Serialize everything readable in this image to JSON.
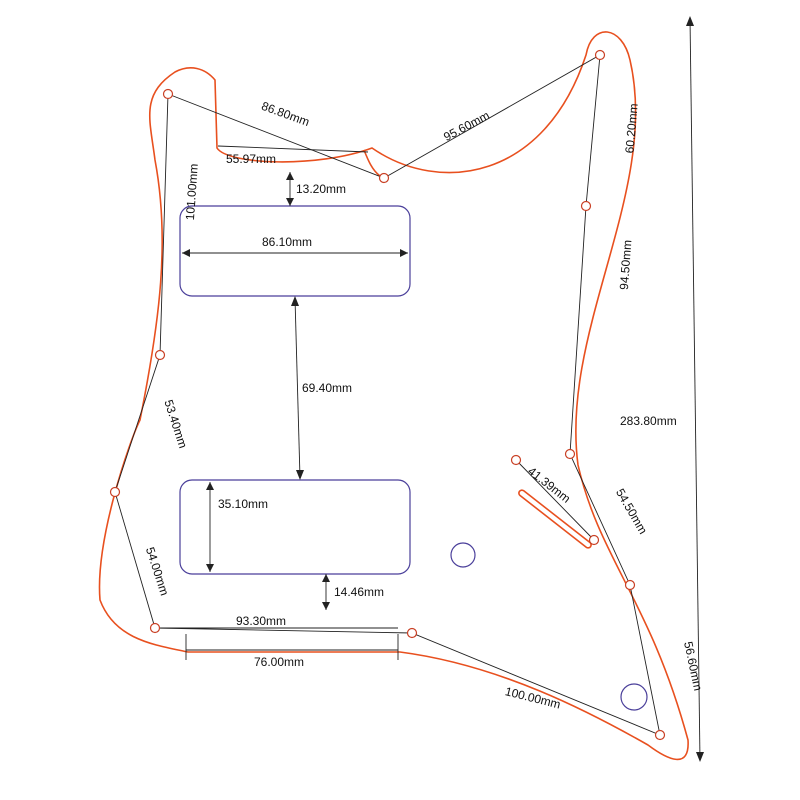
{
  "colors": {
    "outline": "#e8501f",
    "pickup": "#4a3f9a",
    "hole": "#c94025",
    "line": "#222222"
  },
  "dimensions": {
    "d1": "86.80mm",
    "d2": "95.60mm",
    "d3": "55.97mm",
    "d4": "13.20mm",
    "d5": "60.20mm",
    "d6": "86.10mm",
    "d7": "101.00mm",
    "d8": "94.50mm",
    "d9": "69.40mm",
    "d10": "53.40mm",
    "d11": "283.80mm",
    "d12": "41.39mm",
    "d13": "54.50mm",
    "d14": "35.10mm",
    "d15": "14.46mm",
    "d16": "54.00mm",
    "d17": "93.30mm",
    "d18": "76.00mm",
    "d19": "56.60mm",
    "d20": "100.00mm"
  }
}
